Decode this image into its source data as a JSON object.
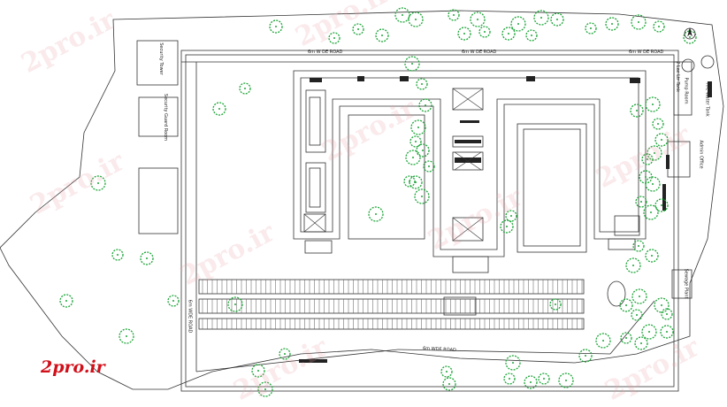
{
  "brand": "2pro.ir",
  "watermark": "2pro.ir",
  "colors": {
    "line": "#333333",
    "tree": "#1fa63a",
    "brand": "#d0101a",
    "watermark": "#e8a0aa"
  },
  "roads": {
    "top_left": "6m W DE ROAD",
    "top_center": "6m W DE ROAD",
    "top_right": "6m W DE ROAD",
    "bottom": "6m WDE ROAD",
    "left_vertical": "6m WDE ROAD"
  },
  "left_buildings": {
    "top": "Security Tower",
    "middle": "Security Guard Room"
  },
  "right_labels": {
    "tank": "2 Lac Ltr Tank",
    "pump": "Pump Room",
    "water_tank": "Fire Water Tank",
    "office": "Admin Office",
    "plant": "Sewage Plant"
  },
  "icons": [
    "tree-icon",
    "north-arrow-icon"
  ]
}
